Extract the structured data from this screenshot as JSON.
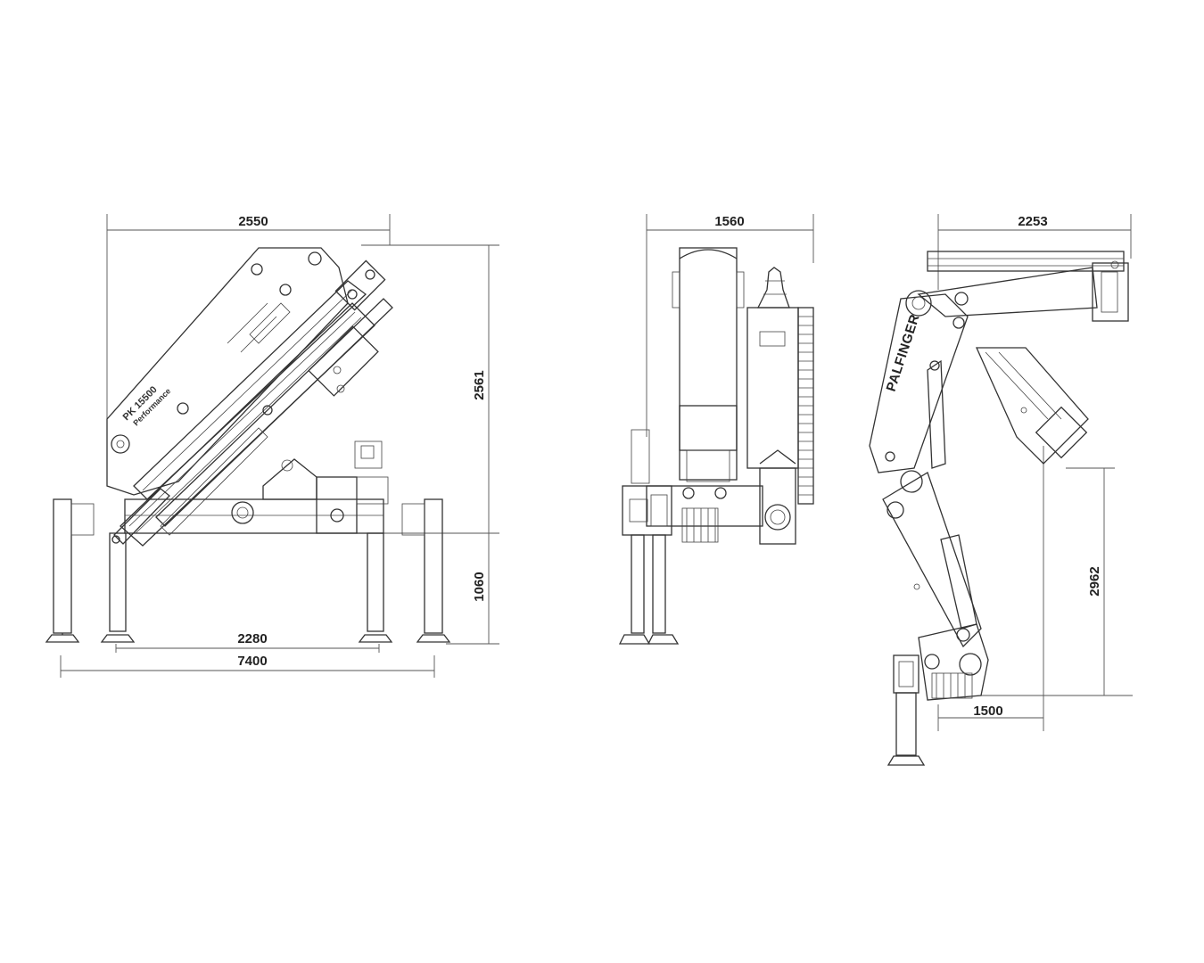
{
  "views": {
    "side": {
      "dimensions": {
        "width_top": "2550",
        "height": "2561",
        "leg_height": "1060",
        "leg_span": "2280",
        "total_span": "7400"
      },
      "model_label": "PK 15500",
      "model_sublabel": "Performance"
    },
    "front": {
      "dimensions": {
        "width_top": "1560"
      }
    },
    "stowed": {
      "dimensions": {
        "width_top": "2253",
        "height": "2962",
        "base_offset": "1500"
      },
      "brand": "PALFINGER"
    }
  }
}
